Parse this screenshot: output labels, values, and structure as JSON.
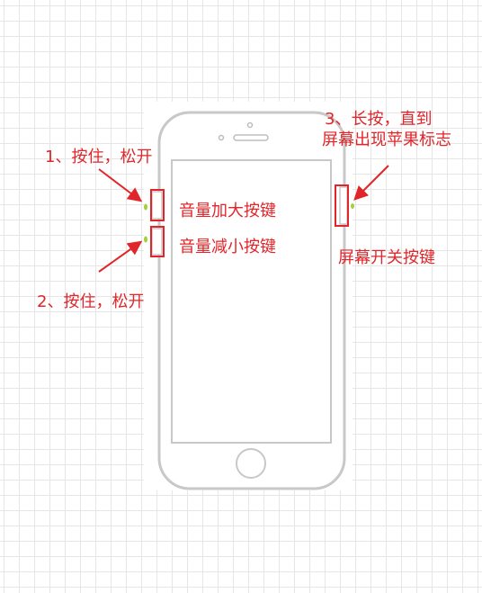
{
  "step1": {
    "text": "1、按住，松开"
  },
  "step2": {
    "text": "2、按住，松开"
  },
  "step3": {
    "line1": "3、长按，直到",
    "line2": "屏幕出现苹果标志"
  },
  "buttons": {
    "volume_up": "音量加大按键",
    "volume_down": "音量减小按键",
    "power": "屏幕开关按键"
  },
  "colors": {
    "annotation": "#e0262a",
    "phone_outline": "#c8c8c8",
    "button_dot": "#a4cf3c"
  }
}
